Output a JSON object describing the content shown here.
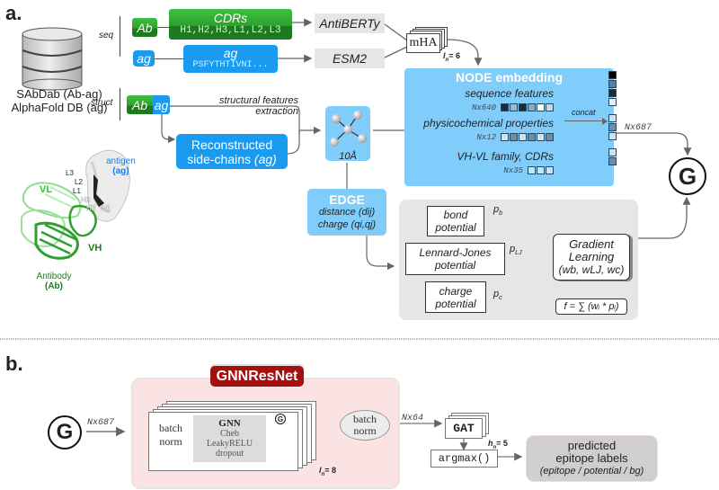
{
  "panel_a": {
    "label": "a.",
    "database": {
      "line1": "SAbDab (Ab-ag)",
      "line2": "AlphaFold DB (ag)"
    },
    "branch_labels": {
      "seq": "seq",
      "struct": "struct"
    },
    "seq": {
      "ab_chip": "Ab",
      "cdrs_title": "CDRs",
      "cdrs_list": "H1,H2,H3,L1,L2,L3",
      "ag_chip": "ag",
      "ag_title": "ag",
      "ag_seq": "PSFYTHTIVNI...",
      "antiberty": "AntiBERTy",
      "esm2": "ESM2",
      "mha": "mHA",
      "mha_layers_label": "l",
      "mha_layers_sub": "n",
      "mha_layers_value": "= 6"
    },
    "struct": {
      "ab_chip": "Ab",
      "ag_chip": "ag",
      "features_line1": "structural features",
      "features_line2": "extraction",
      "reconstructed_line1": "Reconstructed",
      "reconstructed_line2": "side-chains",
      "reconstructed_ag": "(ag)",
      "graph_label": "10Å"
    },
    "structure_image": {
      "antigen_label": "antigen",
      "antigen_sub": "(ag)",
      "antibody_label": "Antibody",
      "antibody_sub": "(Ab)",
      "vl": "VL",
      "vh": "VH",
      "cdr_labels": [
        "L3",
        "L2",
        "L1",
        "H3",
        "H2",
        "H1"
      ]
    },
    "node": {
      "title": "NODE embedding",
      "features": [
        {
          "name": "sequence features",
          "dim": "Nx640",
          "cells": [
            "#1f2a38",
            "#9bbad0",
            "#1f2a38",
            "#8aa9c2",
            "#ffffff",
            "#c9d8e4"
          ]
        },
        {
          "name": "physicochemical properties",
          "dim": "Nx12",
          "cells": [
            "#c9e4f7",
            "#6a8eac",
            "#c9e4f7",
            "#6a8eac",
            "#c9e4f7",
            "#6a8eac"
          ]
        },
        {
          "name": "VH-VL family, CDRs",
          "dim": "Nx35",
          "cells": [
            "#c9e4f7",
            "#c9e4f7",
            "#c9e4f7"
          ]
        }
      ],
      "concat_label": "concat",
      "concat_cells": [
        "#000000",
        "#5b7fa0",
        "#1f2a38",
        "#e2f0fb",
        "#c9e4f7",
        "#6a8eac",
        "#c9e4f7",
        "#c9e4f7",
        "#6a8eac"
      ],
      "output_dim": "Nx687"
    },
    "edge": {
      "title": "EDGE",
      "line1": "distance (dij)",
      "line2": "charge (qi,qj)"
    },
    "potentials": [
      {
        "line1": "bond",
        "line2": "potential",
        "p": "p",
        "sub": "b"
      },
      {
        "line1": "Lennard-Jones",
        "line2": "potential",
        "p": "p",
        "sub": "LJ"
      },
      {
        "line1": "charge",
        "line2": "potential",
        "p": "p",
        "sub": "c"
      }
    ],
    "gradient": {
      "line1": "Gradient",
      "line2": "Learning",
      "weights": "(wb, wLJ, wc)"
    },
    "formula": "f = ∑ (wᵢ * pᵢ)",
    "graph_node": "G"
  },
  "panel_b": {
    "label": "b.",
    "input_node": "G",
    "input_dim": "Nx687",
    "gnnresnet_title": "GNNResNet",
    "batch1": "batch",
    "norm1": "norm",
    "gnn_title": "GNN",
    "gnn_lines": [
      "Cheb",
      "LeakyRELU",
      "dropout"
    ],
    "inner_g": "G",
    "layers_label": "l",
    "layers_sub": "n",
    "layers_value": "= 8",
    "batchnorm2_line1": "batch",
    "batchnorm2_line2": "norm",
    "output_dim": "Nx64",
    "gat": "GAT",
    "heads_label": "h",
    "heads_sub": "n",
    "heads_value": "= 5",
    "argmax": "argmax()",
    "predicted_line1": "predicted",
    "predicted_line2": "epitope labels",
    "predicted_line3": "(epitope / potential / bg)"
  }
}
